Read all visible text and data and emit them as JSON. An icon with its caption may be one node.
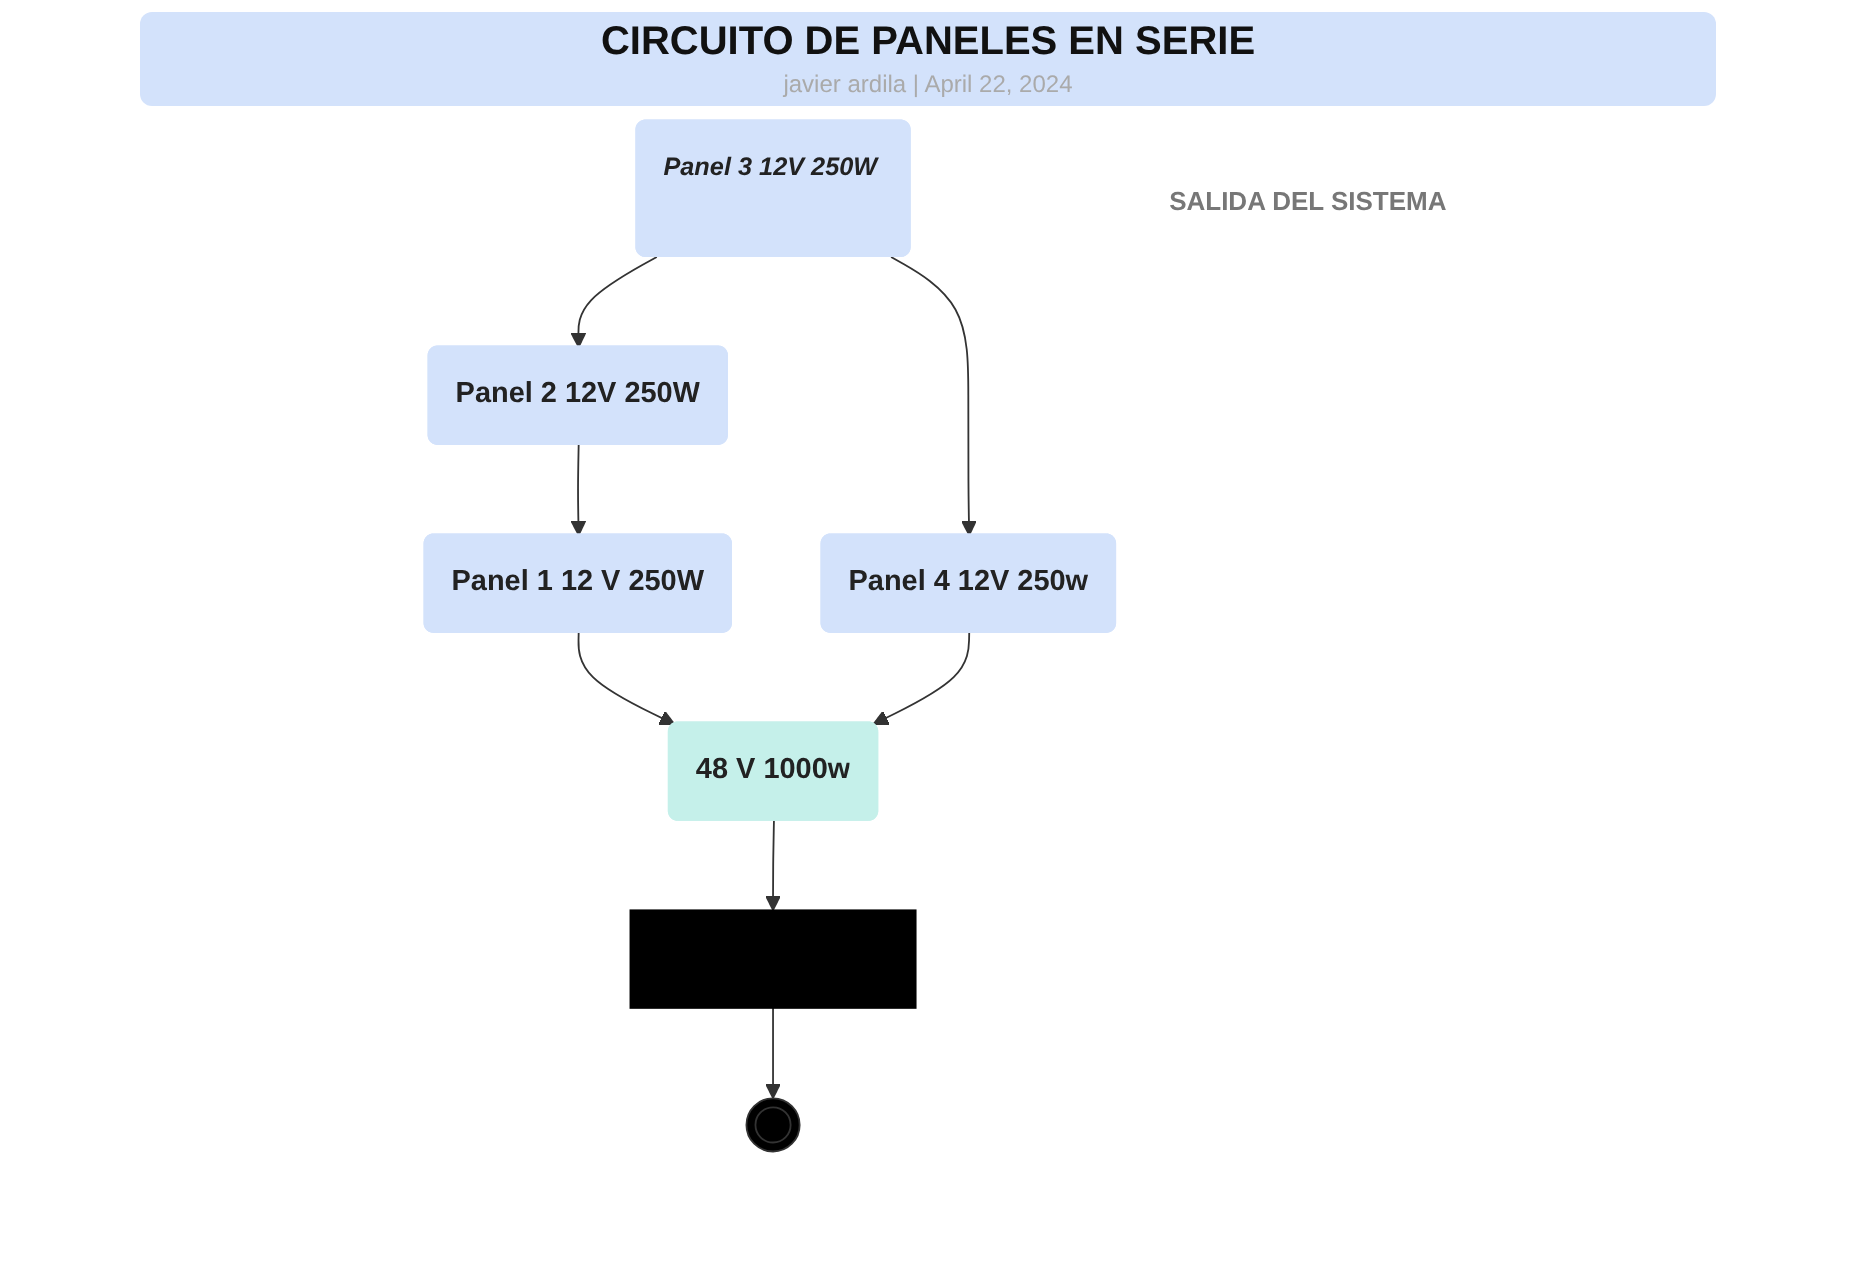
{
  "diagram": {
    "title": "CIRCUITO DE PANELES EN SERIE",
    "caption": "javier ardila | April 22, 2024",
    "nodes": [
      {
        "text": [
          "Panel 1 12 V 250W"
        ]
      },
      {
        "text": [
          "Panel 2 12V 250W"
        ]
      },
      {
        "text": [
          "Panel 3 12V 250W"
        ]
      },
      {
        "text": [
          "Panel 4 12V 250w"
        ]
      },
      {
        "text": [
          "48 V 1000w"
        ]
      },
      {
        "text": [],
        "shape": "bar"
      },
      {
        "text": [],
        "shape": "circle"
      }
    ],
    "edges": [
      {
        "from": 1,
        "to": 0,
        "arrow": "to"
      },
      {
        "from": 2,
        "to": 1,
        "arrow": "to"
      },
      {
        "from": 2,
        "to": 3,
        "arrow": "to"
      },
      {
        "from": 0,
        "to": 4,
        "arrow": "to"
      },
      {
        "from": 3,
        "to": 4,
        "arrow": "to"
      },
      {
        "from": 4,
        "to": 5,
        "arrow": "to"
      },
      {
        "from": 5,
        "to": 6,
        "arrow": "to"
      }
    ],
    "labels": [
      "SALIDA DEL SISTEMA"
    ]
  }
}
